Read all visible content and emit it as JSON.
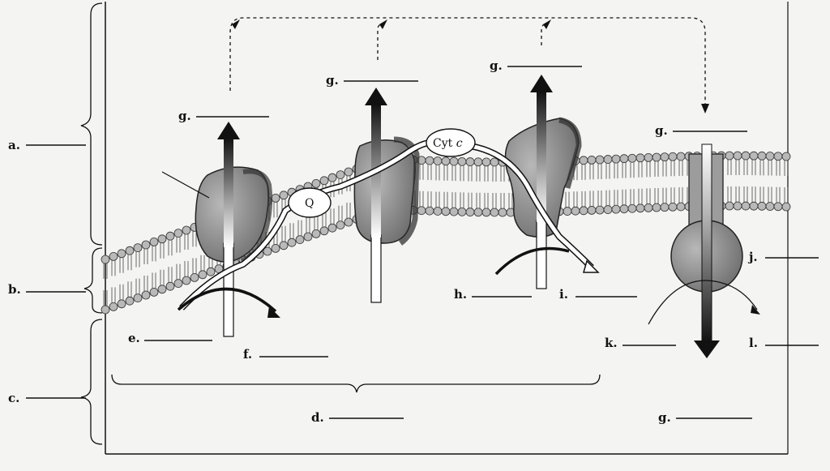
{
  "labels": {
    "a": "a.",
    "b": "b.",
    "c": "c.",
    "d": "d.",
    "e": "e.",
    "f": "f.",
    "g": "g.",
    "h": "h.",
    "i": "i.",
    "j": "j.",
    "k": "k.",
    "l": "l."
  },
  "molecules": {
    "q": "Q",
    "cyt_prefix": "Cyt ",
    "cyt_suffix": "c"
  },
  "colors": {
    "background": "#f4f4f2",
    "ink": "#111111",
    "lipid_head": "#b9b9b9",
    "protein": "#8d8d8d",
    "protein_dark": "#3c3c3c"
  }
}
